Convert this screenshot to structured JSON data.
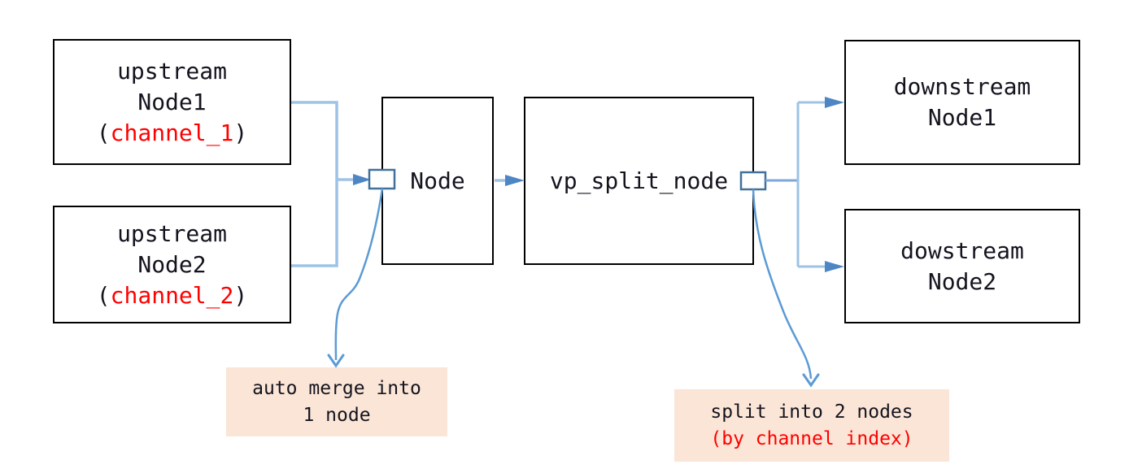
{
  "diagram": {
    "boxes": {
      "upstream1": {
        "line1": "upstream",
        "line2": "Node1",
        "paren_open": "(",
        "channel": "channel_1",
        "paren_close": ")"
      },
      "upstream2": {
        "line1": "upstream",
        "line2": "Node2",
        "paren_open": "(",
        "channel": "channel_2",
        "paren_close": ")"
      },
      "merge_node": {
        "label": "Node"
      },
      "split_node": {
        "label": "vp_split_node"
      },
      "downstream1": {
        "line1": "downstream",
        "line2": "Node1"
      },
      "downstream2": {
        "line1": "dowstream",
        "line2": "Node2"
      }
    },
    "callouts": {
      "merge": {
        "line1": "auto merge into",
        "line2": "1 node"
      },
      "split": {
        "line1": "split into 2 nodes",
        "line2": "(by channel index)"
      }
    },
    "colors": {
      "box_border": "#000000",
      "text": "#14141f",
      "channel_red": "#ff0000",
      "callout_bg": "#fbe5d6",
      "line_light": "#9dc3e6",
      "line_medium": "#7da7d8",
      "arrow_fill": "#4e86c5",
      "curve_stroke": "#5b9bd5",
      "port_stroke": "#41719c"
    }
  }
}
